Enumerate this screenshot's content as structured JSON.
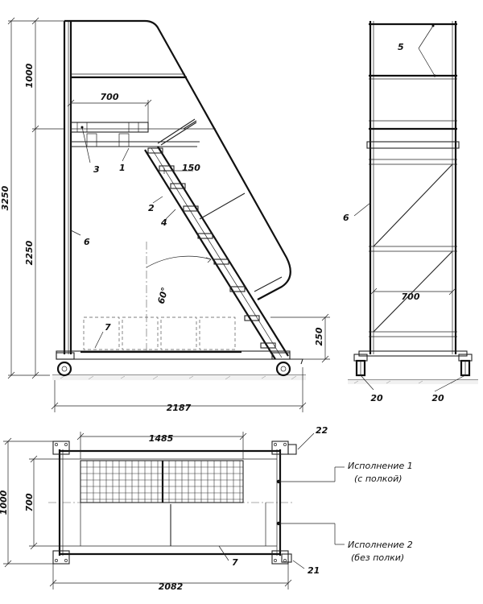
{
  "side_view": {
    "dimensions": {
      "total_height": "3250",
      "upper_height": "1000",
      "platform_height": "2250",
      "platform_depth": "700",
      "step_depth": "150",
      "angle": "60°",
      "bottom_clearance": "250",
      "overall_length": "2187"
    },
    "callouts": {
      "shelf": "3",
      "platform": "1",
      "stringer": "2",
      "step": "4",
      "post": "6",
      "base_frame": "7"
    }
  },
  "front_view": {
    "dimensions": {
      "width": "700"
    },
    "callouts": {
      "rails": "5",
      "post": "6",
      "wheel_left": "20",
      "wheel_right": "20"
    }
  },
  "plan_view": {
    "dimensions": {
      "shelf_length": "1485",
      "overall_width": "1000",
      "inner_width": "700",
      "overall_length": "2082"
    },
    "callouts": {
      "top_right": "22",
      "bottom_right": "21",
      "base_frame": "7"
    },
    "variants": [
      {
        "title": "Исполнение 1",
        "subtitle": "(с полкой)"
      },
      {
        "title": "Исполнение 2",
        "subtitle": "(без полки)"
      }
    ]
  }
}
